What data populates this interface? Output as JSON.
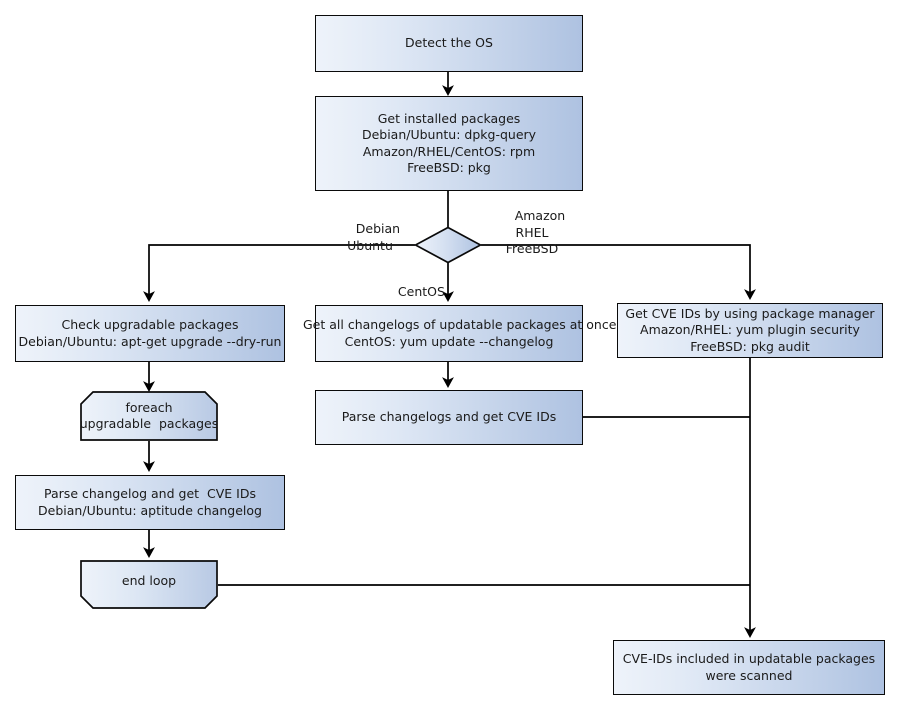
{
  "diagram": {
    "title": "Vuls scan flow",
    "type": "flowchart",
    "colors": {
      "node_fill_light": "#eef3fa",
      "node_fill_dark": "#aec2e1",
      "node_stroke": "#0a0a0a",
      "edge_stroke": "#000000",
      "text": "#1a1a1a",
      "background": "#ffffff"
    },
    "nodes": [
      {
        "id": "detect-os",
        "shape": "rect",
        "lines": [
          "Detect the OS"
        ]
      },
      {
        "id": "get-installed-packages",
        "shape": "rect",
        "lines": [
          "Get installed packages",
          "Debian/Ubuntu: dpkg-query",
          "Amazon/RHEL/CentOS: rpm",
          "FreeBSD: pkg"
        ]
      },
      {
        "id": "os-decision",
        "shape": "diamond",
        "lines": []
      },
      {
        "id": "check-upgradable-packages",
        "shape": "rect",
        "lines": [
          "Check upgradable packages",
          "Debian/Ubuntu: apt-get upgrade --dry-run"
        ]
      },
      {
        "id": "get-all-changelogs",
        "shape": "rect",
        "lines": [
          "Get all changelogs of updatable packages at once",
          "CentOS: yum update --changelog"
        ]
      },
      {
        "id": "get-cve-ids-package-manager",
        "shape": "rect",
        "lines": [
          "Get CVE IDs by using package manager",
          "Amazon/RHEL: yum plugin security",
          "FreeBSD: pkg audit"
        ]
      },
      {
        "id": "foreach-loop-start",
        "shape": "loop-start",
        "lines": [
          "foreach",
          "upgradable  packages"
        ]
      },
      {
        "id": "parse-changelogs-cve",
        "shape": "rect",
        "lines": [
          "Parse changelogs and get CVE IDs"
        ]
      },
      {
        "id": "parse-changelog-cve",
        "shape": "rect",
        "lines": [
          "Parse changelog and get  CVE IDs",
          "Debian/Ubuntu: aptitude changelog"
        ]
      },
      {
        "id": "end-loop",
        "shape": "loop-end",
        "lines": [
          "end loop"
        ]
      },
      {
        "id": "scan-result",
        "shape": "rect",
        "lines": [
          "CVE-IDs included in updatable packages",
          "were scanned"
        ]
      }
    ],
    "edge_labels": [
      {
        "id": "branch-debian",
        "lines": [
          "Debian",
          "Ubuntu"
        ]
      },
      {
        "id": "branch-amazon",
        "lines": [
          "Amazon",
          "RHEL",
          "FreeBSD"
        ]
      },
      {
        "id": "branch-centos",
        "lines": [
          "CentOS"
        ]
      }
    ]
  }
}
